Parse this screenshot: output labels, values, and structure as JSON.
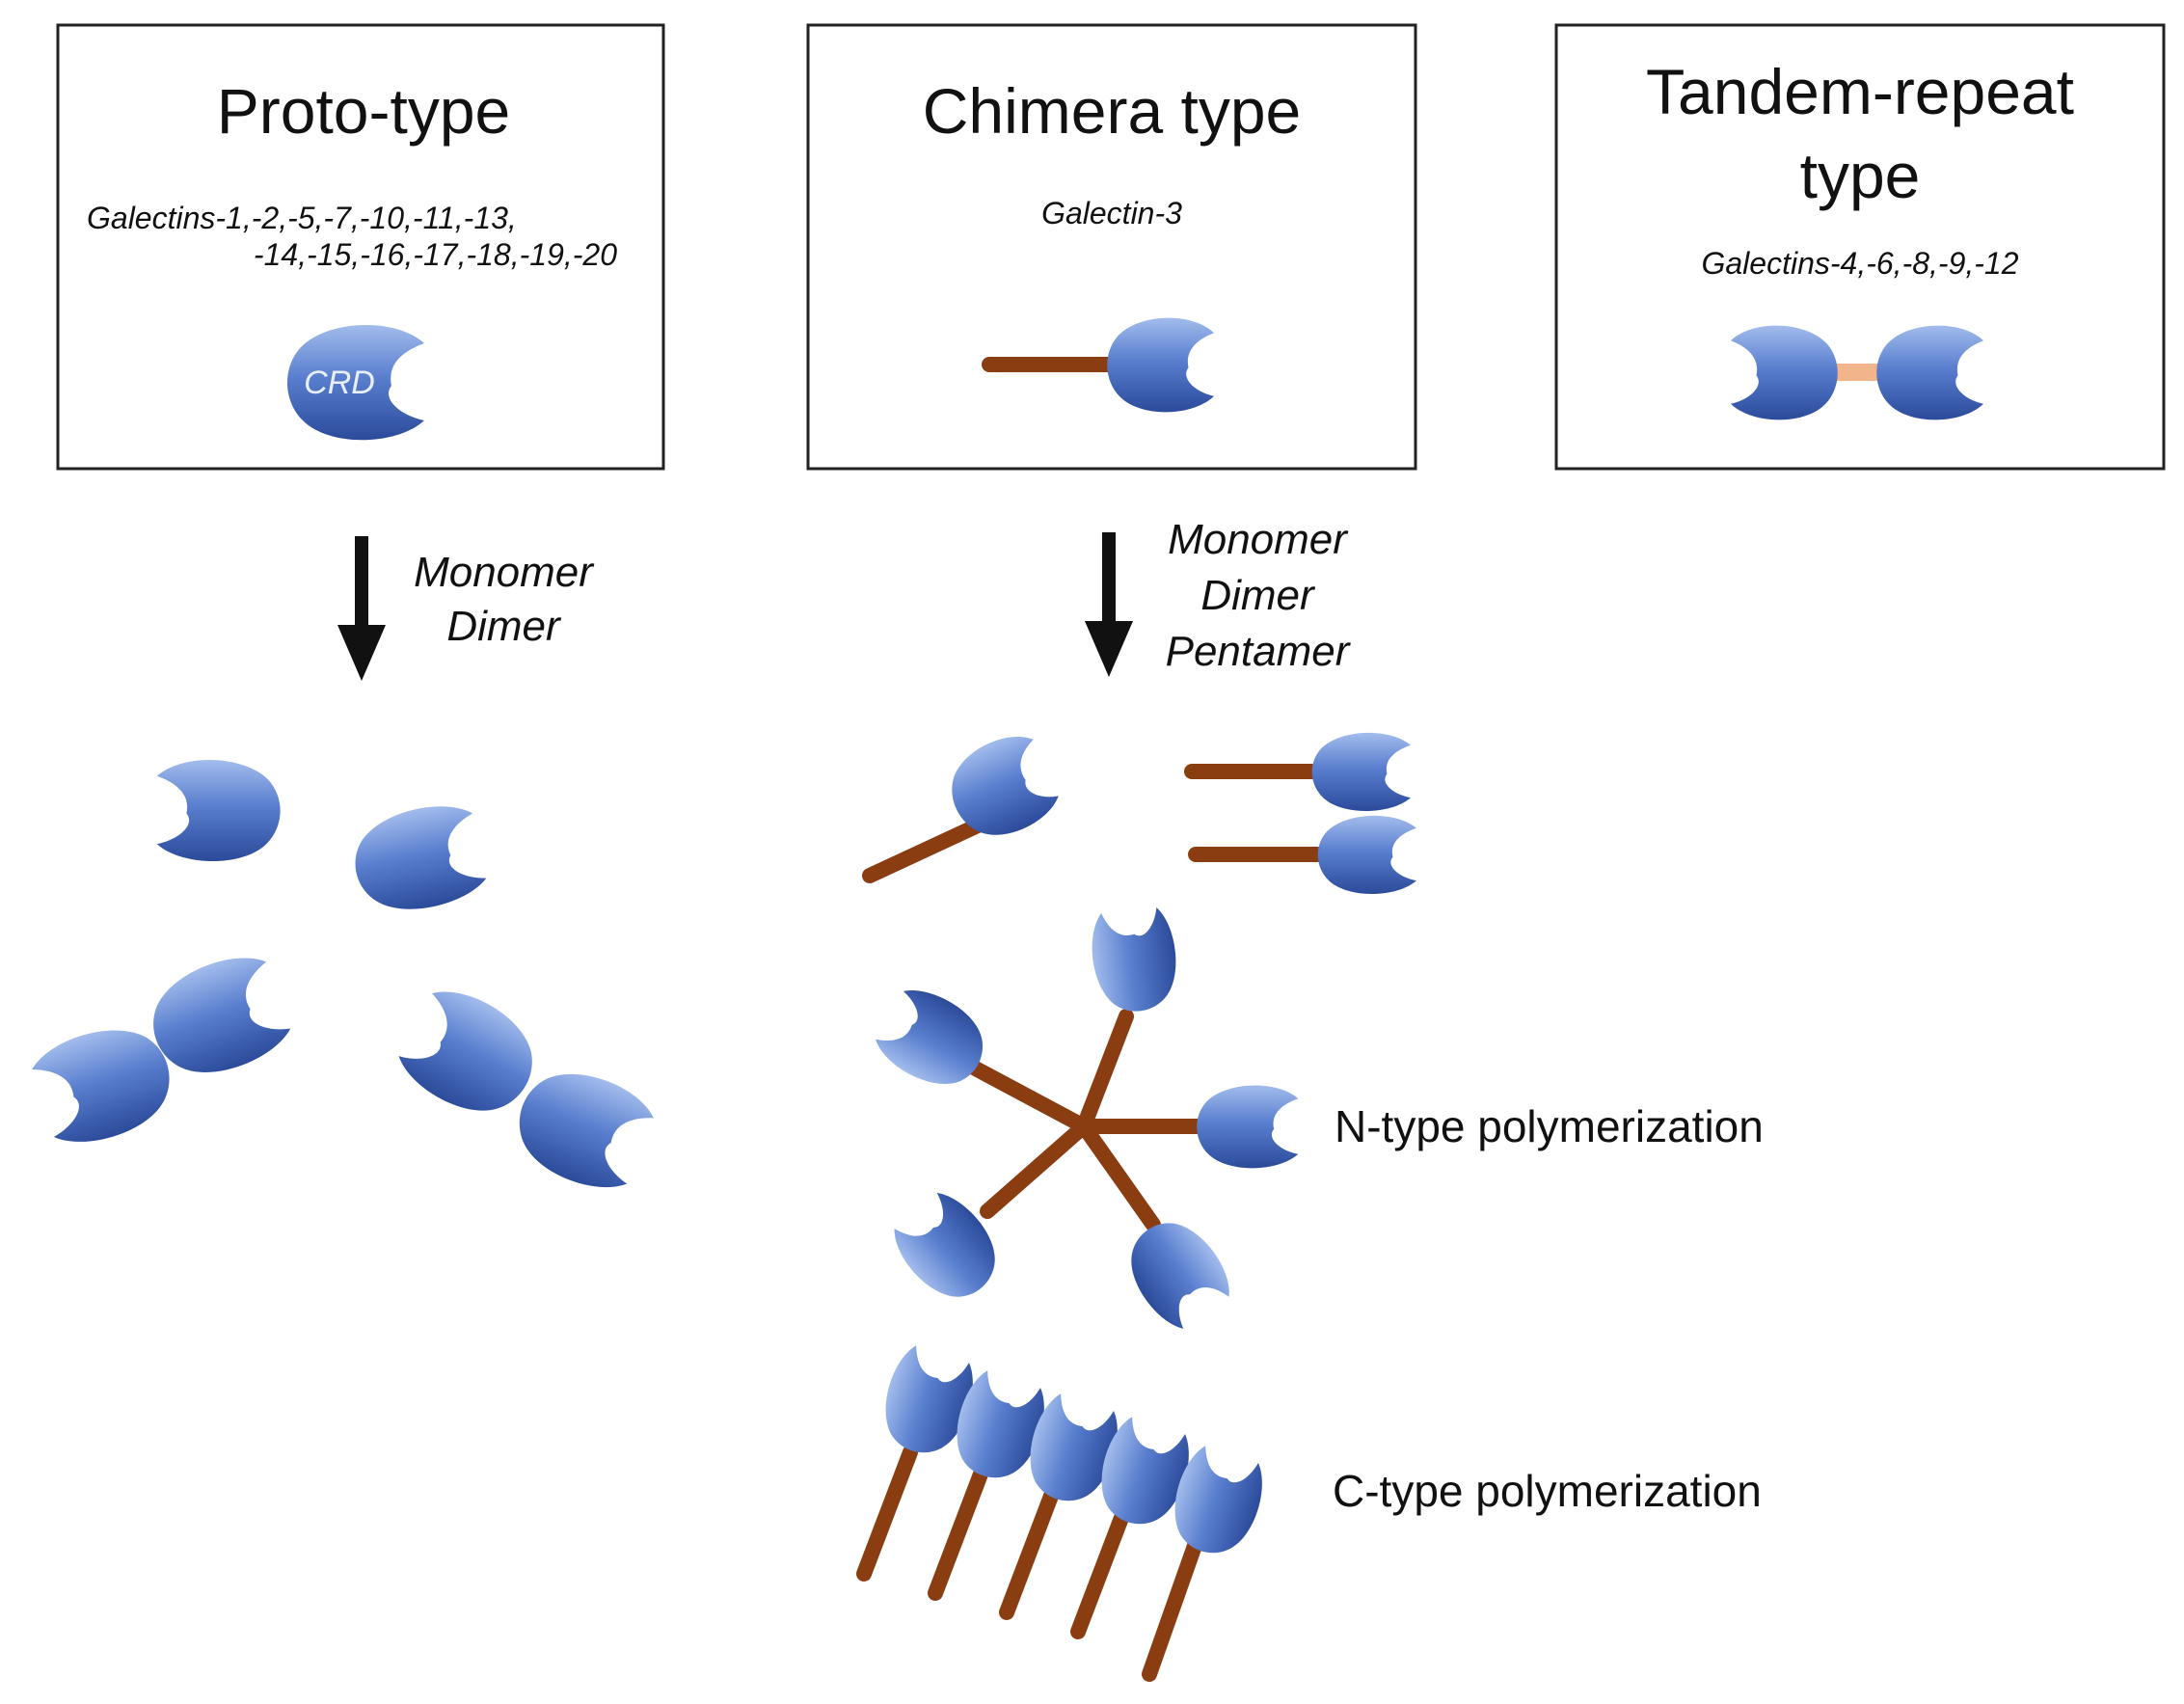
{
  "colors": {
    "crd_light": "#98b3e6",
    "crd_dark": "#2f4f9e",
    "stalk": "#8b3d12",
    "linker": "#f2b48a",
    "box_stroke": "#222222",
    "arrow": "#111111",
    "text": "#111111"
  },
  "boxes": {
    "proto": {
      "title": "Proto-type",
      "members_line1": "Galectins-1,-2,-5,-7,-10,-11,-13,",
      "members_line2": "-14,-15,-16,-17,-18,-19,-20",
      "crd_label": "CRD"
    },
    "chimera": {
      "title": "Chimera type",
      "members": "Galectin-3"
    },
    "tandem": {
      "title_line1": "Tandem-repeat",
      "title_line2": "type",
      "members": "Galectins-4,-6,-8,-9,-12"
    }
  },
  "arrows": {
    "proto": {
      "labels": [
        "Monomer",
        "Dimer"
      ]
    },
    "chimera": {
      "labels": [
        "Monomer",
        "Dimer",
        "Pentamer"
      ]
    }
  },
  "polymerization": {
    "n_type_label": "N-type polymerization",
    "c_type_label": "C-type polymerization"
  },
  "icons": {
    "crd": "crd-domain-icon",
    "stalk": "n-terminal-tail-icon",
    "linker": "linker-peptide-icon"
  }
}
